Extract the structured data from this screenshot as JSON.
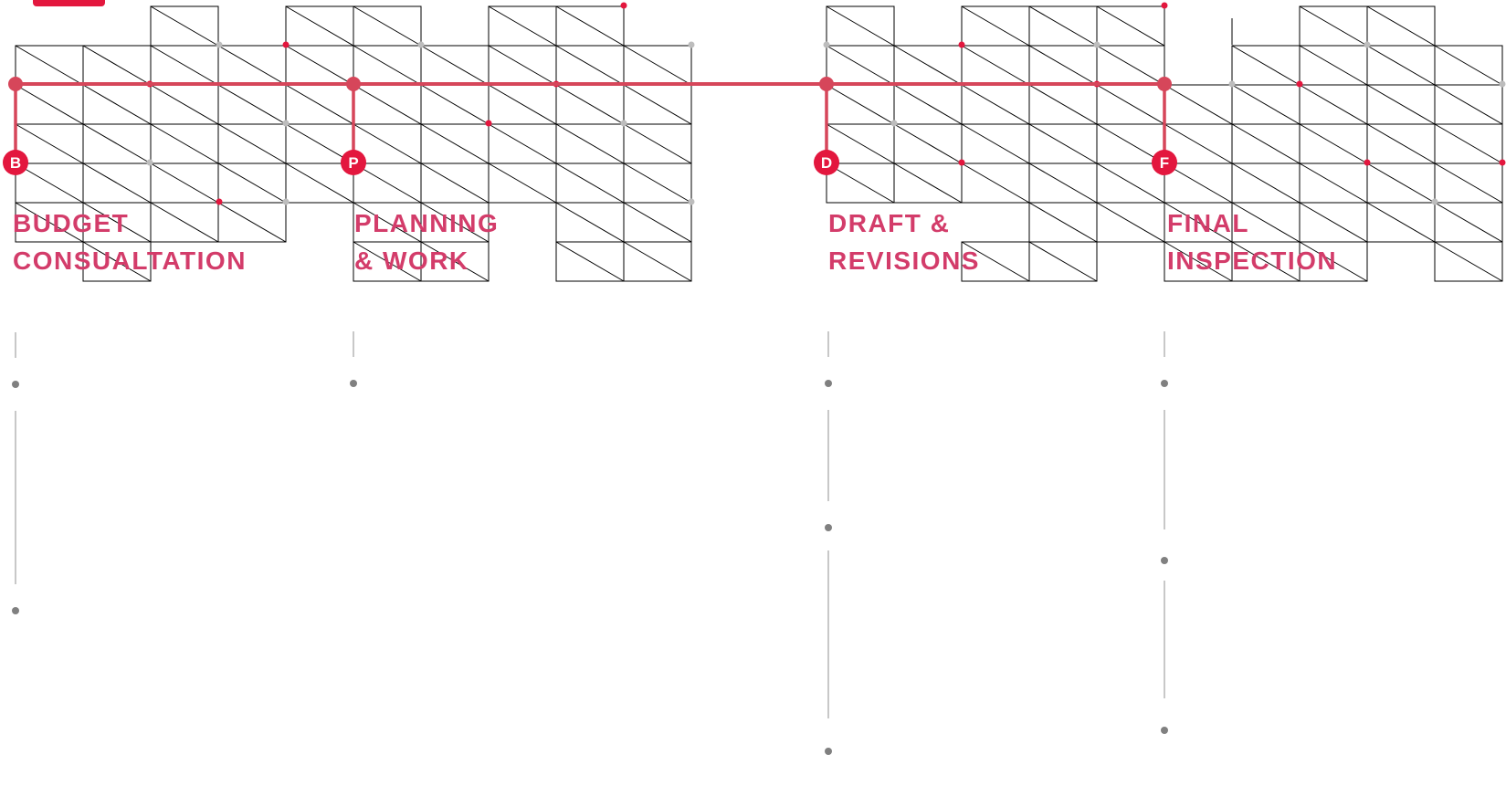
{
  "colors": {
    "accent": "#e3173e",
    "title": "#d33c6a",
    "timeline": "#d6465a",
    "grid": "#000000",
    "node_gray": "#bdbdbd",
    "rail": "#c8c8c8",
    "rail_dot": "#808080"
  },
  "stages": [
    {
      "key": "budget",
      "badge": "B",
      "title_lines": [
        "BUDGET",
        "CONSUALTATION"
      ],
      "bullet_count": 2
    },
    {
      "key": "planning",
      "badge": "P",
      "title_lines": [
        "PLANNING",
        "& WORK"
      ],
      "bullet_count": 1
    },
    {
      "key": "draft",
      "badge": "D",
      "title_lines": [
        "DRAFT &",
        "REVISIONS"
      ],
      "bullet_count": 3
    },
    {
      "key": "final",
      "badge": "F",
      "title_lines": [
        "FINAL",
        "INSPECTION"
      ],
      "bullet_count": 3
    }
  ]
}
